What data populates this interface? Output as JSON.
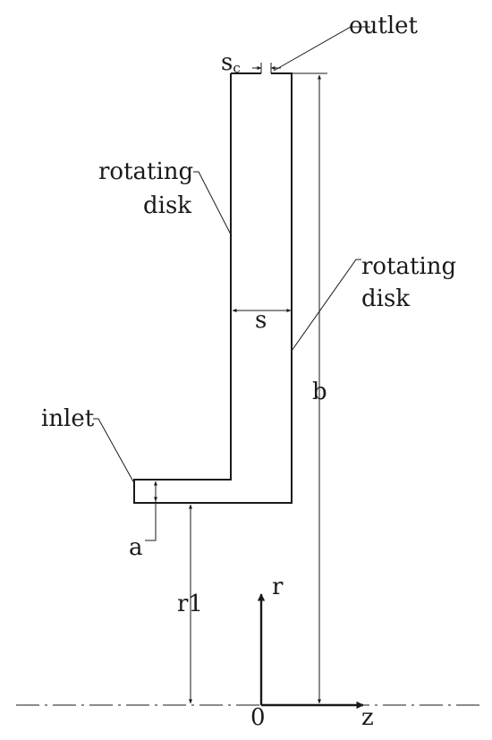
{
  "labels": {
    "outlet": "outlet",
    "sc_main": "s",
    "sc_sub": "c",
    "rotating_disk_left_line1": "rotating",
    "rotating_disk_left_line2": "disk",
    "rotating_disk_right_line1": "rotating",
    "rotating_disk_right_line2": "disk",
    "s": "s",
    "b": "b",
    "inlet": "inlet",
    "a": "a",
    "r1": "r1",
    "r_axis": "r",
    "z_axis": "z",
    "origin": "0"
  },
  "colors": {
    "line": "#1a1a1a",
    "background": "#ffffff"
  }
}
